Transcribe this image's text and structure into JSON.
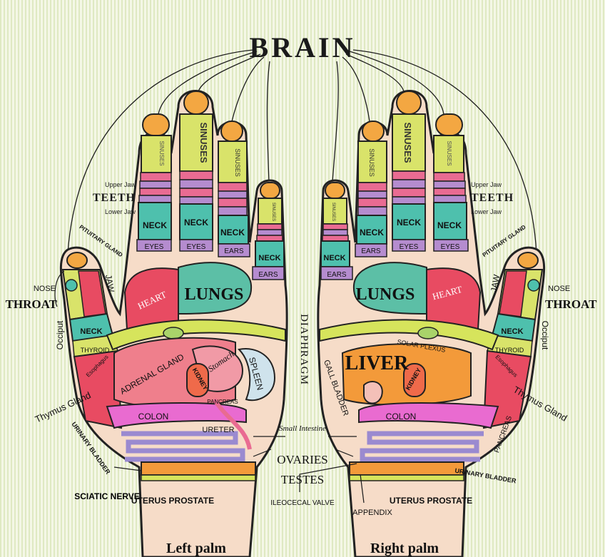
{
  "title": "BRAIN",
  "left": {
    "caption": "Left palm",
    "fingers": {
      "sinuses": "SINUSES",
      "neck": "NECK",
      "eyes": "EYES",
      "ears": "EARS"
    },
    "thumb": {
      "pituitary": "PITUITARY GLAND",
      "jaw": "JAW",
      "nose": "NOSE",
      "throat": "THROAT",
      "occiput": "Occiput",
      "neck": "NECK",
      "thyroid": "THYROID",
      "esophagus": "Esophagus"
    },
    "organs": {
      "heart": "HEART",
      "lungs": "LUNGS",
      "adrenal": "ADRENAL GLAND",
      "stomach": "Stomach",
      "kidney": "KIDNEY",
      "pancreas": "PANCREAS",
      "spleen": "SPLEEN",
      "colon": "COLON",
      "ureter": "URETER"
    },
    "side": {
      "thymus": "Thymus Gland",
      "urinary": "URINARY BLADDER",
      "sciatic": "SCIATIC NERVE",
      "uterus": "UTERUS PROSTATE"
    },
    "teeth": {
      "upper": "Upper Jaw",
      "teeth": "TEETH",
      "lower": "Lower Jaw"
    }
  },
  "right": {
    "caption": "Right palm",
    "fingers": {
      "sinuses": "SINUSES",
      "neck": "NECK",
      "eyes": "EYES",
      "ears": "EARS"
    },
    "thumb": {
      "pituitary": "PITUITARY GLAND",
      "jaw": "JAW",
      "nose": "NOSE",
      "throat": "THROAT",
      "occiput": "Occiput",
      "neck": "NECK",
      "thyroid": "THYROID",
      "esophagus": "Esophagus"
    },
    "organs": {
      "heart": "HEART",
      "lungs": "LUNGS",
      "liver": "LIVER",
      "kidney": "KIDNEY",
      "colon": "COLON",
      "gall": "GALL BLADDER",
      "solar": "SOLAR PLEXUS"
    },
    "side": {
      "thymus": "Thymus Gland",
      "pancreas": "PANCREAS",
      "urinary": "URINARY BLADDER",
      "uterus": "UTERUS PROSTATE",
      "appendix": "APPENDIX"
    },
    "teeth": {
      "upper": "Upper Jaw",
      "teeth": "TEETH",
      "lower": "Lower Jaw"
    }
  },
  "center": {
    "diaphragm": "DIAPHRAGM",
    "small_intestine": "Small Intestine",
    "ovaries": "OVARIES",
    "testes": "TESTES",
    "ileocecal": "ILEOCECAL VALVE"
  },
  "colors": {
    "skin": "#f6dcc8",
    "nail": "#f3a742",
    "sinus": "#d9e36a",
    "teeth_pink": "#e96b92",
    "teeth_purple": "#b58ccf",
    "neck": "#4ec0ad",
    "heart": "#e84b62",
    "lungs": "#5cbfa6",
    "diaphragm": "#d6e45c",
    "stomach": "#ef7f8c",
    "liver": "#f39a3a",
    "intestine": "#9a8ad0"
  }
}
